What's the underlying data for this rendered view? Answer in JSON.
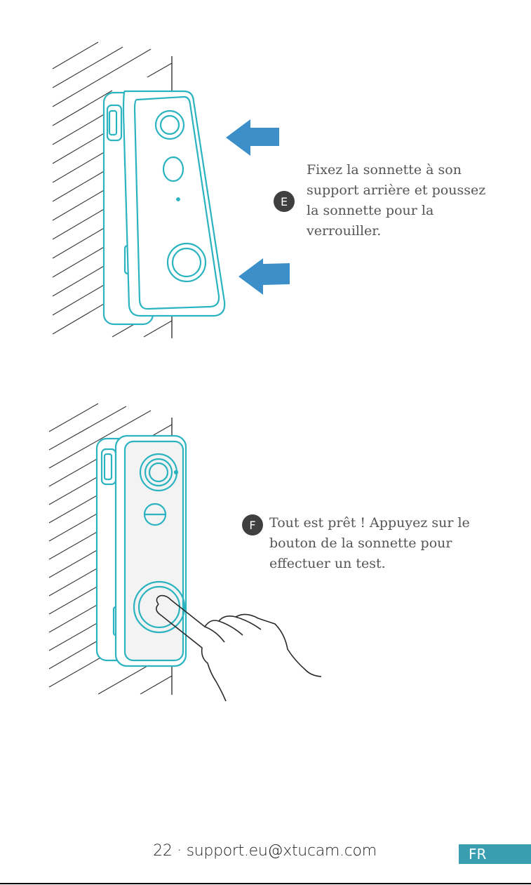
{
  "steps": [
    {
      "badge": "E",
      "text": "Fixez la sonnette à son support arrière et poussez la sonnette pour la verrouiller."
    },
    {
      "badge": "F",
      "text": "Tout est prêt ! Appuyez sur le bouton de la sonnette pour effectuer un test."
    }
  ],
  "footer": {
    "page_info": "22 · support.eu@xtucam.com",
    "language_tab": "FR"
  },
  "colors": {
    "device_outline": "#2bb3c0",
    "arrow": "#3c8fc8",
    "badge": "#3f3f3f",
    "lang_tab": "#3a9eb1"
  },
  "icons": [
    "arrow-left-icon",
    "doorbell-device",
    "finger-press-hand"
  ]
}
